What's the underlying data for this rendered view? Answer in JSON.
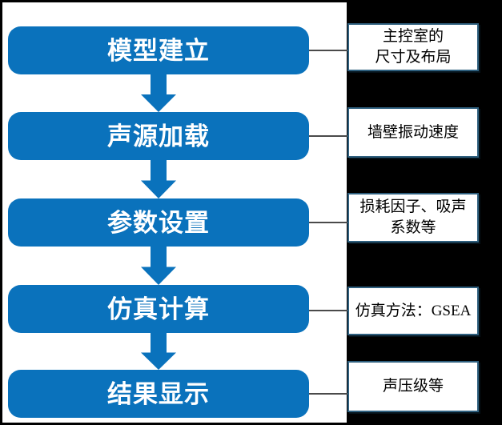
{
  "diagram": {
    "type": "flowchart",
    "direction": "top-down",
    "steps": [
      {
        "label": "模型建立",
        "annotation_lines": [
          "主控室的",
          "尺寸及布局"
        ]
      },
      {
        "label": "声源加载",
        "annotation_lines": [
          "墙壁振动速度"
        ]
      },
      {
        "label": "参数设置",
        "annotation_lines": [
          "损耗因子、吸声",
          "系数等"
        ]
      },
      {
        "label": "仿真计算",
        "annotation_lines": [
          "仿真方法：GSEA"
        ]
      },
      {
        "label": "结果显示",
        "annotation_lines": [
          "声压级等"
        ]
      }
    ]
  },
  "colors": {
    "process_fill": "#0A72BC",
    "process_text": "#FFFFFF",
    "arrow": "#0A72BC",
    "annotation_bg": "#FFFFFF",
    "annotation_border": "#2E5F7E",
    "annotation_text": "#000000",
    "connector_line": "#4A4A4A",
    "right_panel_bg": "#000000",
    "left_panel_bg": "#FFFFFF",
    "frame_border": "#000000"
  }
}
